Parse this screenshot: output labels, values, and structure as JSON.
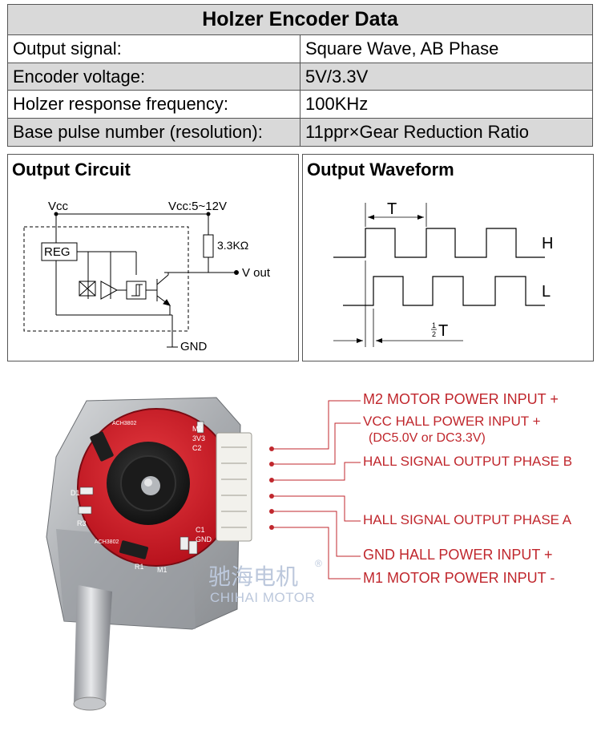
{
  "table": {
    "title": "Holzer Encoder Data",
    "rows": [
      {
        "label": "Output signal:",
        "value": "Square Wave, AB Phase"
      },
      {
        "label": "Encoder voltage:",
        "value": "5V/3.3V"
      },
      {
        "label": "Holzer response frequency:",
        "value": "100KHz"
      },
      {
        "label": "Base pulse number (resolution):",
        "value": "11ppr×Gear Reduction Ratio"
      }
    ]
  },
  "circuit": {
    "title": "Output Circuit",
    "vcc": "Vcc",
    "vcc_range": "Vcc:5~12V",
    "reg": "REG",
    "resistor": "3.3KΩ",
    "vout": "V out",
    "gnd": "GND"
  },
  "waveform": {
    "title": "Output Waveform",
    "period": "T",
    "high": "H",
    "low": "L",
    "half_period_num": "1",
    "half_period_den": "2",
    "half_period_sym": "T"
  },
  "pins": [
    {
      "label": "M2 MOTOR POWER INPUT +"
    },
    {
      "label": "VCC HALL POWER INPUT +",
      "sub": "(DC5.0V or DC3.3V)"
    },
    {
      "label": "HALL SIGNAL OUTPUT PHASE B"
    },
    {
      "label": "HALL SIGNAL OUTPUT PHASE A"
    },
    {
      "label": "GND HALL POWER INPUT +"
    },
    {
      "label": "M1 MOTOR POWER INPUT -"
    }
  ],
  "pcb_labels": {
    "m2": "M2",
    "three_v3": "3V3",
    "c2": "C2",
    "c1": "C1",
    "gnd": "GND",
    "r1": "R1",
    "d1": "D1",
    "r3": "R3",
    "m1": "M1",
    "chip_top": "ACH3802",
    "chip_bottom": "ACH3802"
  },
  "watermark": {
    "cn": "驰海电机",
    "en": "CHIHAI MOTOR",
    "reg": "®"
  },
  "colors": {
    "pin_label": "#c0272d",
    "pcb": "#d0202c",
    "table_alt_row": "#d9d9d9",
    "watermark": "#bcc8dc"
  }
}
